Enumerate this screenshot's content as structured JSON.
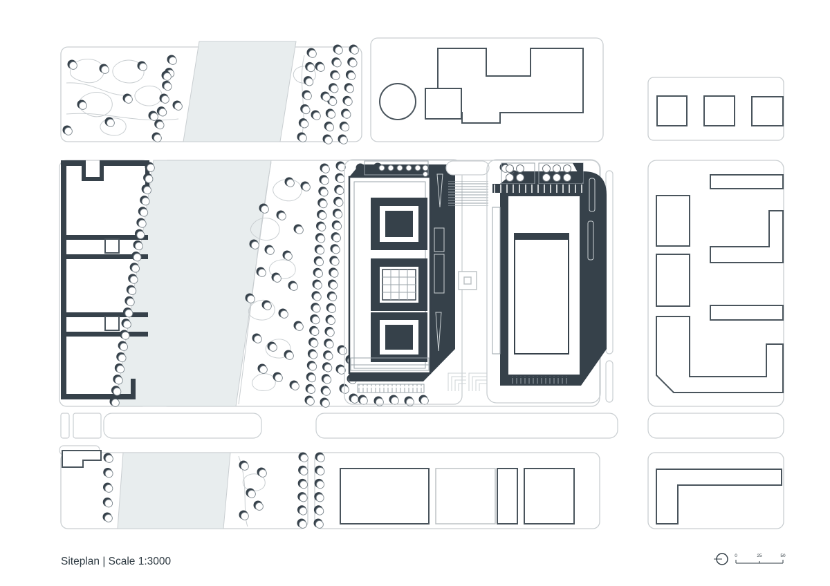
{
  "title": "Siteplan | Scale 1:3000",
  "scalebar": {
    "zero": "0",
    "mid": "25",
    "max": "50"
  },
  "colors": {
    "ink": "#36414a",
    "mid_outline": "#49545c",
    "light_outline": "#c9ced1",
    "river": "#e8edee",
    "detail": "#9aa3a9",
    "text": "#2e3a42",
    "background": "#ffffff"
  },
  "features": {
    "river": "river",
    "parks": "park-with-paths-and-trees",
    "street_trees": "tree-rows-along-river-and-avenue",
    "main_buildings": "two-dark-courtyard-buildings",
    "context_buildings": "outlined-city-blocks",
    "north_symbol": "north-indicator-icon",
    "scale_bar": "graphic-scale-0-25-50"
  }
}
